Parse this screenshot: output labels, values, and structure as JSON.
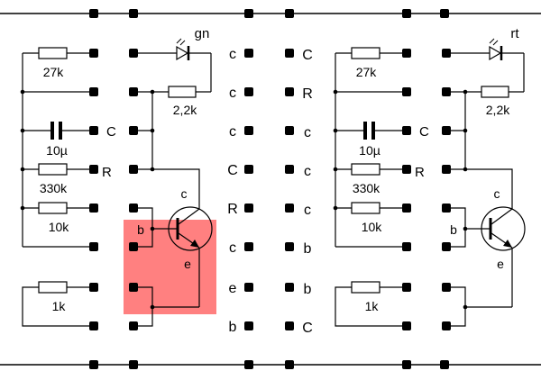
{
  "colors": {
    "highlight": "#ff8080",
    "wire": "#000000",
    "resistor_fill": "#ffffff"
  },
  "halves": [
    {
      "led_color_label": "gn",
      "resistor_27k": "27k",
      "capacitor": "10µ",
      "resistor_330k": "330k",
      "resistor_10k": "10k",
      "resistor_1k": "1k",
      "resistor_led": "2,2k",
      "pin_c_label": "C",
      "pin_r_label": "R",
      "collector": "c",
      "base": "b",
      "emitter": "e",
      "highlighted": true
    },
    {
      "led_color_label": "rt",
      "resistor_27k": "27k",
      "capacitor": "10µ",
      "resistor_330k": "330k",
      "resistor_10k": "10k",
      "resistor_1k": "1k",
      "resistor_led": "2,2k",
      "pin_c_label": "C",
      "pin_r_label": "R",
      "collector": "c",
      "base": "b",
      "emitter": "e",
      "highlighted": false
    }
  ],
  "middle_left_labels": [
    "c",
    "c",
    "c",
    "C",
    "R",
    "c",
    "e",
    "b"
  ],
  "middle_right_labels": [
    "C",
    "R",
    "c",
    "c",
    "c",
    "b",
    "b",
    "C"
  ]
}
